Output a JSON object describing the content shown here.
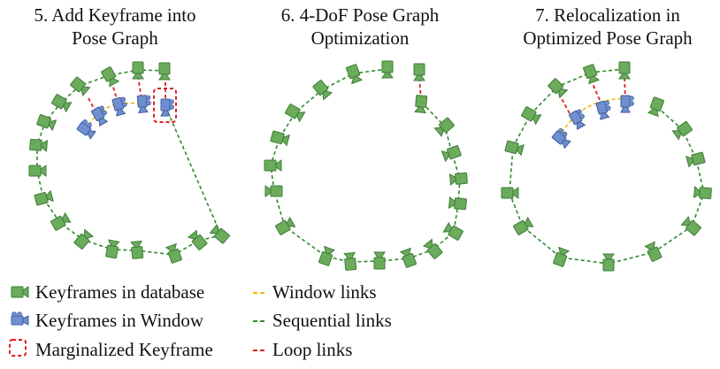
{
  "panels": [
    {
      "title_line1": "5. Add Keyframe into",
      "title_line2": "Pose Graph"
    },
    {
      "title_line1": "6. 4-DoF Pose Graph",
      "title_line2": "Optimization"
    },
    {
      "title_line1": "7. Relocalization in",
      "title_line2": "Optimized Pose Graph"
    }
  ],
  "legend": {
    "database": "Keyframes in database",
    "window": "Keyframes in Window",
    "marginalized": "Marginalized Keyframe",
    "window_links": "Window links",
    "sequential_links": "Sequential links",
    "loop_links": "Loop links"
  },
  "colors": {
    "keyframe_database": "#6aab5c",
    "keyframe_database_stroke": "#3f7d37",
    "keyframe_window": "#6f8fd0",
    "keyframe_window_stroke": "#3e5c9c",
    "window_link": "#f4b400",
    "sequential_link": "#2e8b2e",
    "loop_link": "#e02020",
    "marginalized_box": "#e02020"
  },
  "icons": {
    "keyframe_database": "green-camera-icon",
    "keyframe_window": "blue-camera-icon",
    "marginalized": "red-dashed-box-icon"
  }
}
